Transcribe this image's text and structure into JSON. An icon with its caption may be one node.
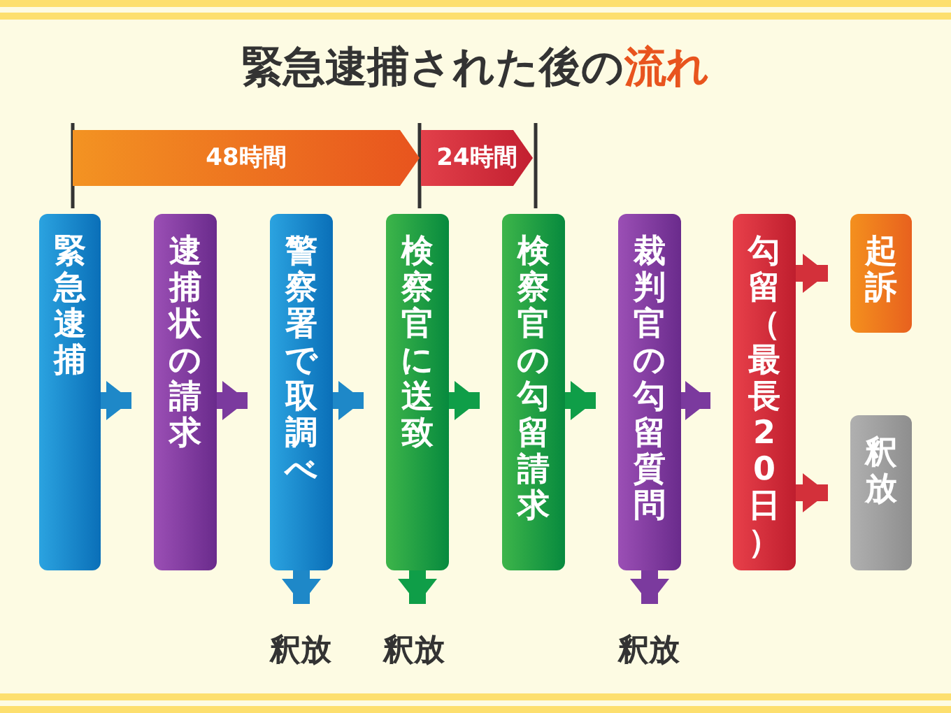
{
  "diagram": {
    "title": "緊急逮捕された後の**流れ**",
    "nodes": [
      {
        "text": [
          "緊急逮捕"
        ]
      },
      {
        "text": [
          "逮捕状の請求"
        ]
      },
      {
        "text": [
          "警察署で取調べ"
        ]
      },
      {
        "text": [
          "検察官に送致"
        ]
      },
      {
        "text": [
          "検察官の勾留請求"
        ]
      },
      {
        "text": [
          "裁判官の勾留質問"
        ]
      },
      {
        "text": [
          "勾留（最長20日）"
        ]
      },
      {
        "text": [
          "起訴"
        ]
      },
      {
        "text": [
          "釈放"
        ]
      },
      {
        "text": [
          "釈放"
        ]
      },
      {
        "text": [
          "釈放"
        ]
      },
      {
        "text": [
          "釈放"
        ]
      },
      {
        "text": [
          "48時間"
        ]
      },
      {
        "text": [
          "24時間"
        ]
      }
    ],
    "edges": [
      {
        "from": 0,
        "to": 1,
        "arrow": "to",
        "color": "#1e88c8"
      },
      {
        "from": 1,
        "to": 2,
        "arrow": "to",
        "color": "#7b3a9e"
      },
      {
        "from": 2,
        "to": 3,
        "arrow": "to",
        "color": "#1e88c8"
      },
      {
        "from": 3,
        "to": 4,
        "arrow": "to",
        "color": "#0f9e48"
      },
      {
        "from": 4,
        "to": 5,
        "arrow": "to",
        "color": "#0f9e48"
      },
      {
        "from": 5,
        "to": 6,
        "arrow": "to",
        "color": "#7b3a9e"
      },
      {
        "from": 6,
        "to": 7,
        "arrow": "to",
        "color": "#d3303a"
      },
      {
        "from": 6,
        "to": 8,
        "arrow": "to",
        "color": "#d3303a"
      },
      {
        "from": 2,
        "to": 9,
        "arrow": "to",
        "color": "#1e88c8"
      },
      {
        "from": 3,
        "to": 10,
        "arrow": "to",
        "color": "#0f9e48"
      },
      {
        "from": 5,
        "to": 11,
        "arrow": "to",
        "color": "#7b3a9e"
      }
    ]
  }
}
